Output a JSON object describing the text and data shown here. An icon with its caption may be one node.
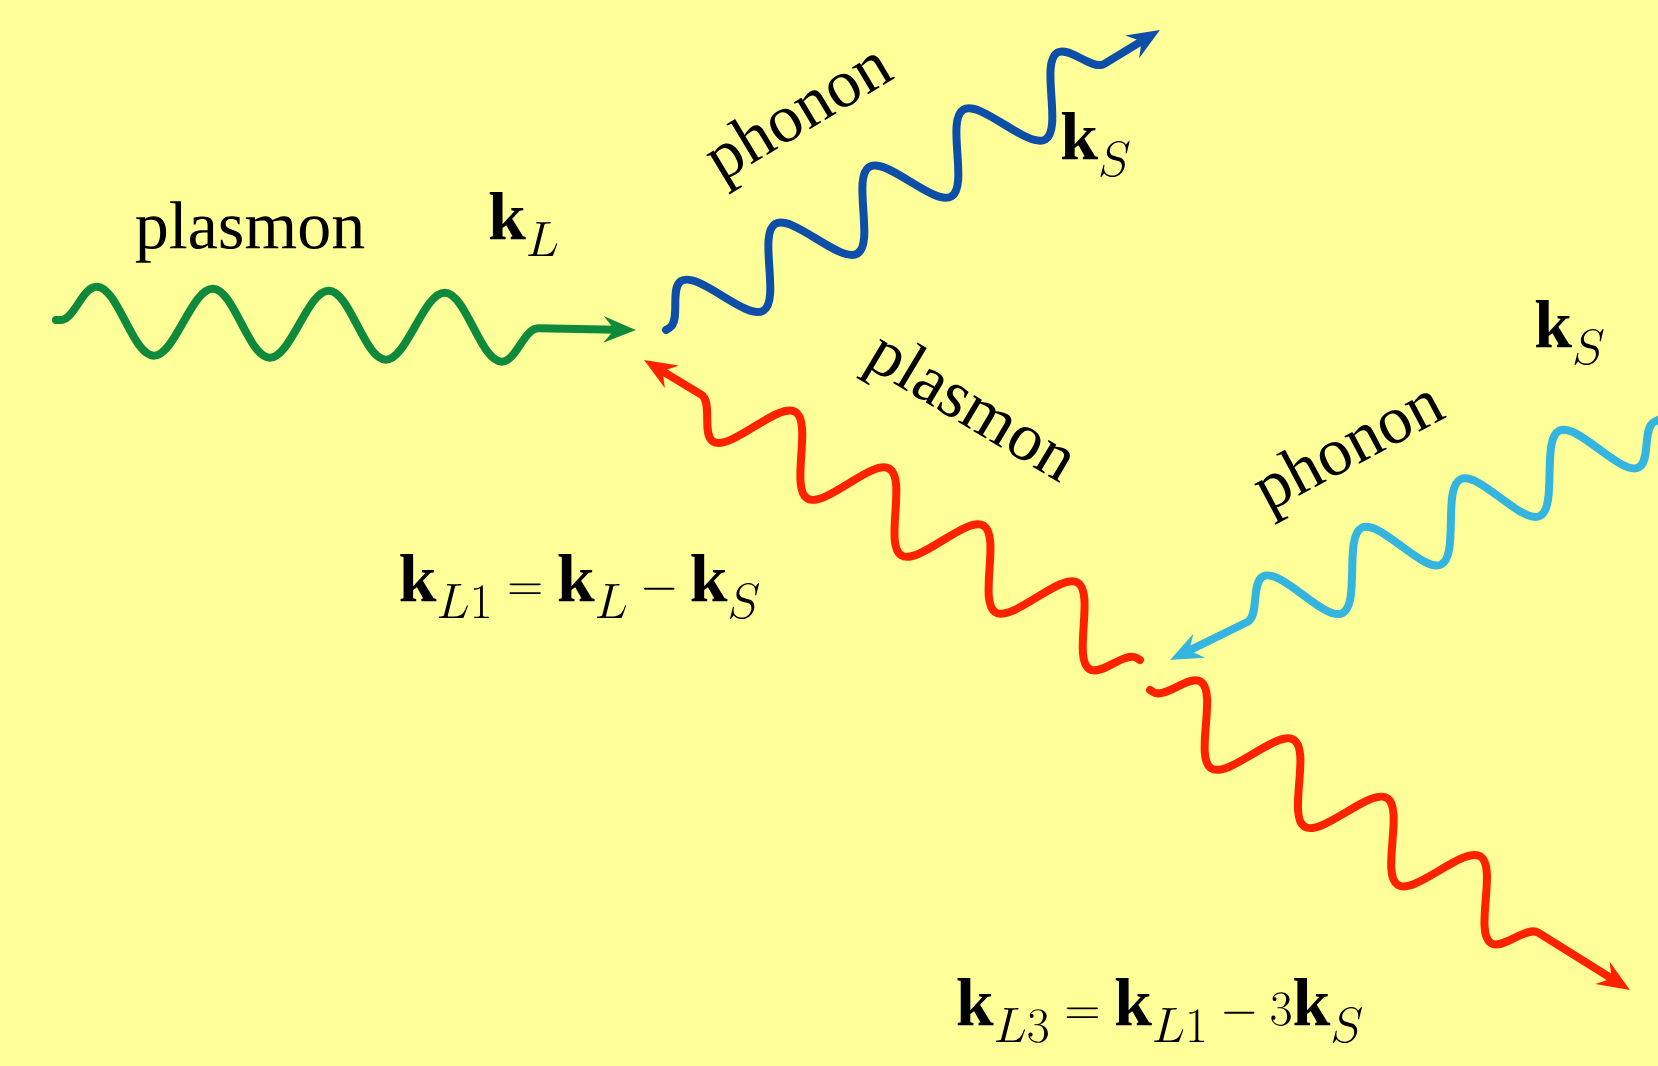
{
  "diagram": {
    "labels": [
      "phonon",
      "\\mathbf{k}_S",
      "plasmon",
      "\\mathbf{k}_L",
      "plasmon",
      "\\mathbf{k}_S",
      "phonon",
      "\\mathbf{k}_{L1}=\\mathbf{k}_L-\\mathbf{k}_S",
      "\\mathbf{k}_{L3}=\\mathbf{k}_{L1}-3\\mathbf{k}_S"
    ]
  }
}
